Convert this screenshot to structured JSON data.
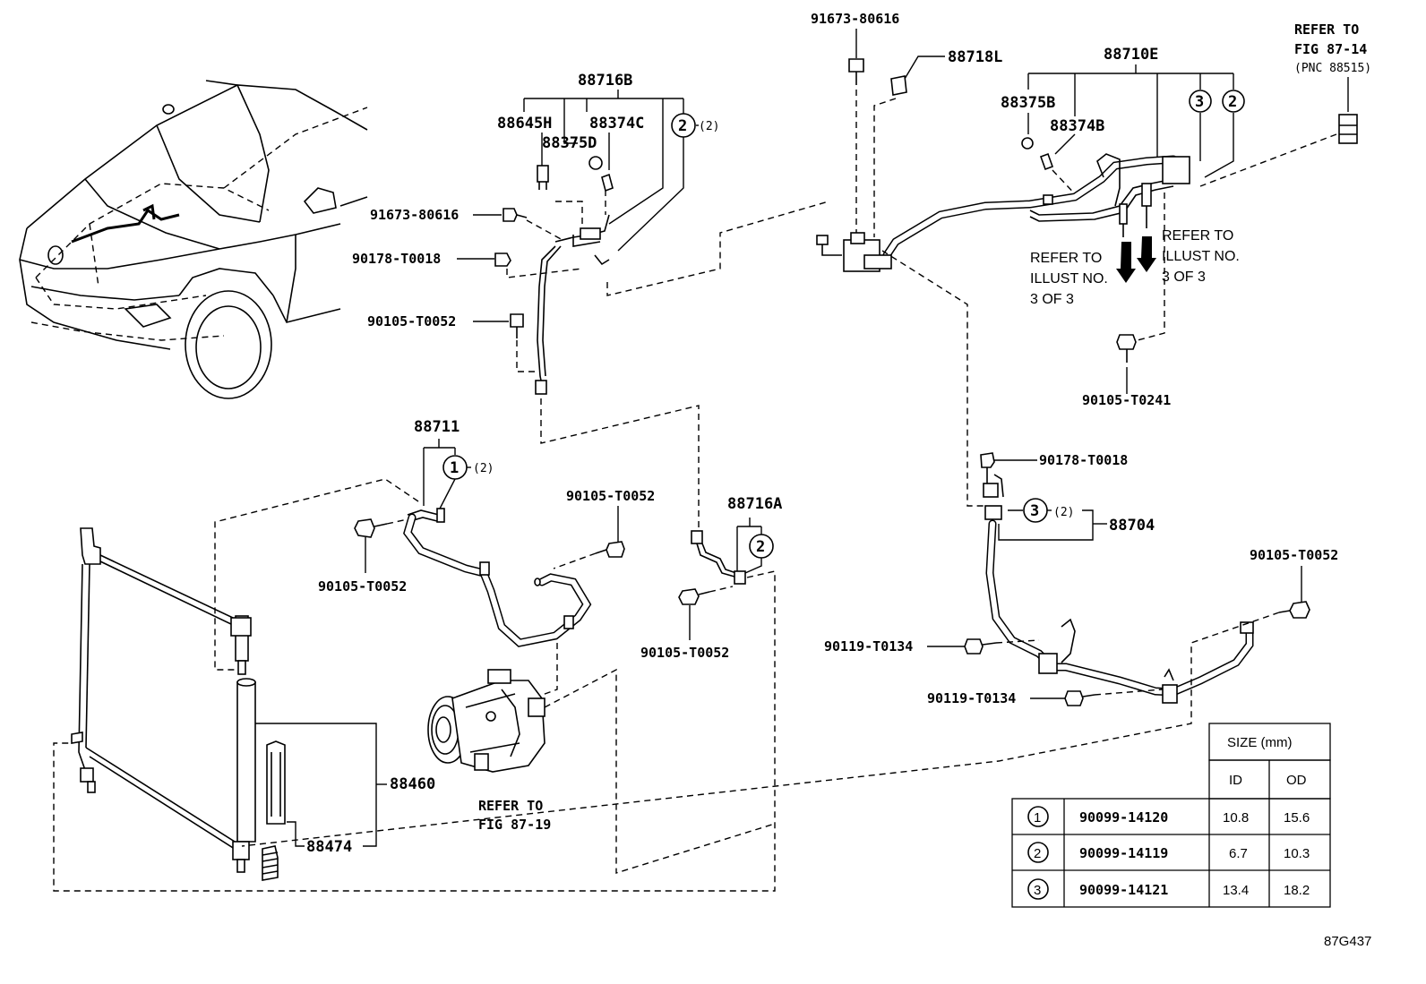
{
  "labels": {
    "p88716B": "88716B",
    "p88645H": "88645H",
    "p88374C": "88374C",
    "p88375D": "88375D",
    "c2_88716B": "2",
    "q2_88716B": "(2)",
    "p91673_left": "91673-80616",
    "p90178_left": "90178-T0018",
    "p90105_upper": "90105-T0052",
    "p91673_top": "91673-80616",
    "p88718L": "88718L",
    "p88710E": "88710E",
    "p88375B": "88375B",
    "p88374B": "88374B",
    "c3_88710E": "3",
    "c2_88710E": "2",
    "ref87_14_a": "REFER TO",
    "ref87_14_b": "FIG 87-14",
    "ref87_14_c": "(PNC 88515)",
    "ref3_a1": "REFER TO",
    "ref3_a2": "ILLUST NO.",
    "ref3_a3": "3 OF 3",
    "ref3_b1": "REFER TO",
    "ref3_b2": "ILLUST NO.",
    "ref3_b3": "3 OF 3",
    "p90105_T0241": "90105-T0241",
    "p88711": "88711",
    "c1_88711": "1",
    "q1_88711": "(2)",
    "p90105_mid_upper": "90105-T0052",
    "p90105_left_low": "90105-T0052",
    "p88716A": "88716A",
    "c2_88716A": "2",
    "p90105_mid_low": "90105-T0052",
    "p90178_right": "90178-T0018",
    "c3_88704": "3",
    "q3_88704": "(2)",
    "p88704": "88704",
    "p90105_right": "90105-T0052",
    "p90119_a": "90119-T0134",
    "p90119_b": "90119-T0134",
    "p88460": "88460",
    "p88474": "88474",
    "ref87_19_a": "REFER TO",
    "ref87_19_b": "FIG 87-19",
    "figure_id": "87G437"
  },
  "size_table": {
    "header": "SIZE (mm)",
    "col_id": "ID",
    "col_od": "OD",
    "rows": [
      {
        "mark": "1",
        "part": "90099-14120",
        "id": "10.8",
        "od": "15.6"
      },
      {
        "mark": "2",
        "part": "90099-14119",
        "id": "6.7",
        "od": "10.3"
      },
      {
        "mark": "3",
        "part": "90099-14121",
        "id": "13.4",
        "od": "18.2"
      }
    ]
  }
}
